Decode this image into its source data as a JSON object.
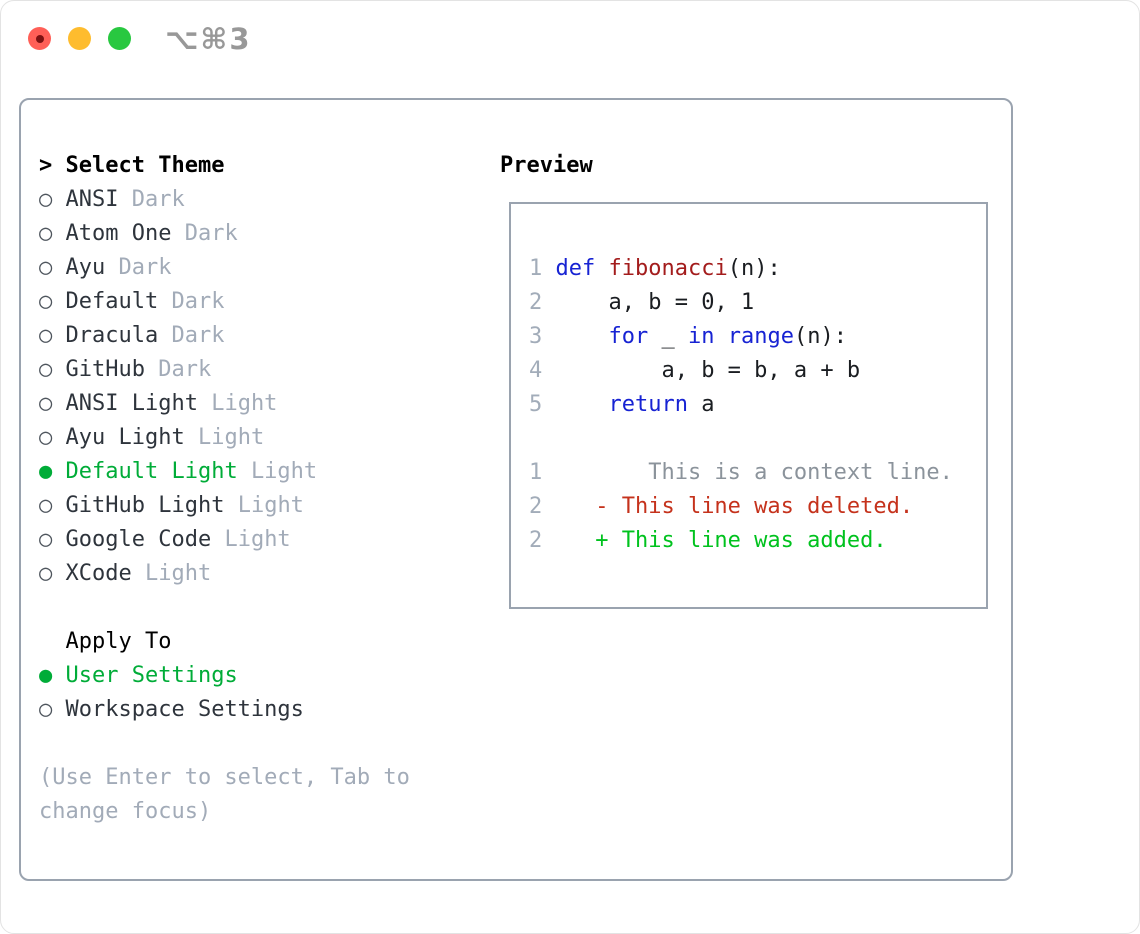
{
  "window": {
    "shortcut": "⌥⌘3"
  },
  "traffic_lights": [
    {
      "name": "close",
      "color": "#ff5f57"
    },
    {
      "name": "minimize",
      "color": "#febc2e"
    },
    {
      "name": "zoom",
      "color": "#28c840"
    }
  ],
  "colors": {
    "accent_green": "#00ac38",
    "added_green": "#00c21e",
    "deleted_red": "#c5321c",
    "keyword_blue": "#1723d3",
    "function_red": "#a31c1c",
    "context_gray": "#8b939b",
    "line_number_gray": "#a2acb9",
    "suffix_gray": "#a2abb8",
    "panel_border": "#9aa3af"
  },
  "markers": {
    "selected": "●",
    "unselected": "○",
    "cursor": ">"
  },
  "theme_menu": {
    "title": "Select Theme",
    "items": [
      {
        "name": "ANSI",
        "variant": "Dark",
        "selected": false
      },
      {
        "name": "Atom One",
        "variant": "Dark",
        "selected": false
      },
      {
        "name": "Ayu",
        "variant": "Dark",
        "selected": false
      },
      {
        "name": "Default",
        "variant": "Dark",
        "selected": false
      },
      {
        "name": "Dracula",
        "variant": "Dark",
        "selected": false
      },
      {
        "name": "GitHub",
        "variant": "Dark",
        "selected": false
      },
      {
        "name": "ANSI Light",
        "variant": "Light",
        "selected": false
      },
      {
        "name": "Ayu Light",
        "variant": "Light",
        "selected": false
      },
      {
        "name": "Default Light",
        "variant": "Light",
        "selected": true
      },
      {
        "name": "GitHub Light",
        "variant": "Light",
        "selected": false
      },
      {
        "name": "Google Code",
        "variant": "Light",
        "selected": false
      },
      {
        "name": "XCode",
        "variant": "Light",
        "selected": false
      }
    ]
  },
  "apply_to": {
    "title": "Apply To",
    "options": [
      {
        "label": "User Settings",
        "selected": true
      },
      {
        "label": "Workspace Settings",
        "selected": false
      }
    ]
  },
  "hint_lines": [
    "(Use Enter to select, Tab to",
    "change focus)"
  ],
  "preview": {
    "title": "Preview",
    "lines": [
      {
        "kind": "code",
        "num": "1",
        "tokens": [
          {
            "t": " ",
            "c": "p"
          },
          {
            "t": "def",
            "c": "k"
          },
          {
            "t": " ",
            "c": "p"
          },
          {
            "t": "fibonacci",
            "c": "f"
          },
          {
            "t": "(n):",
            "c": "p"
          }
        ]
      },
      {
        "kind": "code",
        "num": "2",
        "tokens": [
          {
            "t": "     a, b = 0, 1",
            "c": "p"
          }
        ]
      },
      {
        "kind": "code",
        "num": "3",
        "tokens": [
          {
            "t": "     ",
            "c": "p"
          },
          {
            "t": "for",
            "c": "k"
          },
          {
            "t": " _ ",
            "c": "p"
          },
          {
            "t": "in",
            "c": "k"
          },
          {
            "t": " ",
            "c": "p"
          },
          {
            "t": "range",
            "c": "k"
          },
          {
            "t": "(n):",
            "c": "p"
          }
        ]
      },
      {
        "kind": "code",
        "num": "4",
        "tokens": [
          {
            "t": "         a, b = b, a + b",
            "c": "p"
          }
        ]
      },
      {
        "kind": "code",
        "num": "5",
        "tokens": [
          {
            "t": "     ",
            "c": "p"
          },
          {
            "t": "return",
            "c": "k"
          },
          {
            "t": " a",
            "c": "p"
          }
        ]
      },
      {
        "kind": "blank",
        "num": "",
        "tokens": []
      },
      {
        "kind": "context",
        "num": "1",
        "tokens": [
          {
            "t": "        This is a context line.",
            "c": "x"
          }
        ]
      },
      {
        "kind": "deleted",
        "num": "2",
        "tokens": [
          {
            "t": "    - This line was deleted.",
            "c": "d"
          }
        ]
      },
      {
        "kind": "added",
        "num": "2",
        "tokens": [
          {
            "t": "    + This line was added.",
            "c": "a"
          }
        ]
      }
    ]
  }
}
